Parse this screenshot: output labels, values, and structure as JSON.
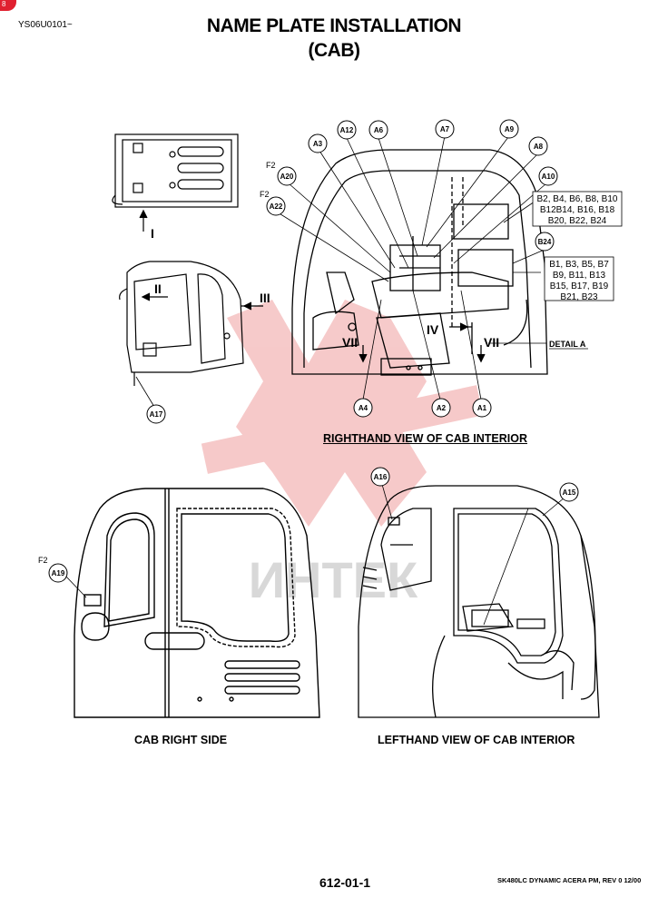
{
  "header": {
    "doc_code": "YS06U0101~",
    "title_line1": "NAME PLATE INSTALLATION",
    "title_line2": "(CAB)",
    "corner_badge": "8"
  },
  "views": {
    "righthand": "RIGHTHAND VIEW OF CAB INTERIOR",
    "right_side": "CAB RIGHT SIDE",
    "lefthand": "LEFTHAND VIEW OF CAB INTERIOR",
    "detail": "DETAIL A"
  },
  "callouts": {
    "a3": "A3",
    "a12": "A12",
    "a6": "A6",
    "a7": "A7",
    "a9": "A9",
    "a8": "A8",
    "a10": "A10",
    "a20": "A20",
    "a22": "A22",
    "b24": "B24",
    "a4": "A4",
    "a2": "A2",
    "a1": "A1",
    "a17": "A17",
    "a16": "A16",
    "a15": "A15",
    "a19": "A19"
  },
  "flags": {
    "f2": "F2"
  },
  "arrows": {
    "i": "I",
    "ii": "II",
    "iii": "III",
    "iv": "IV",
    "vii": "VII"
  },
  "b_lists": {
    "even": [
      "B2, B4, B6, B8, B10",
      "B12B14, B16, B18",
      "B20, B22, B24"
    ],
    "odd": [
      "B1, B3, B5, B7",
      "B9, B11, B13",
      "B15, B17, B19",
      "B21, B23"
    ]
  },
  "watermark": "ИНТЕК",
  "footer": {
    "page_number": "612-01-1",
    "revision": "SK480LC DYNAMIC ACERA PM, REV 0 12/00"
  },
  "colors": {
    "watermark": "#f3b8b8",
    "badge": "#e02030"
  }
}
